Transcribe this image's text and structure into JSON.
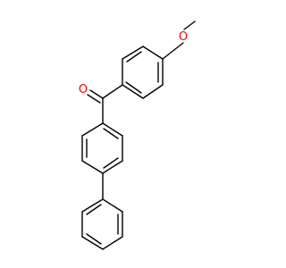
{
  "molecule": {
    "atoms": {
      "carbonyl_oxygen": {
        "symbol": "O",
        "color": "#ff0000"
      },
      "ether_oxygen": {
        "symbol": "O",
        "color": "#ff0000"
      }
    },
    "bond_color": "#000000",
    "rings": [
      "methoxyphenyl-ring",
      "biphenyl-inner-ring",
      "terminal-phenyl-ring"
    ]
  }
}
